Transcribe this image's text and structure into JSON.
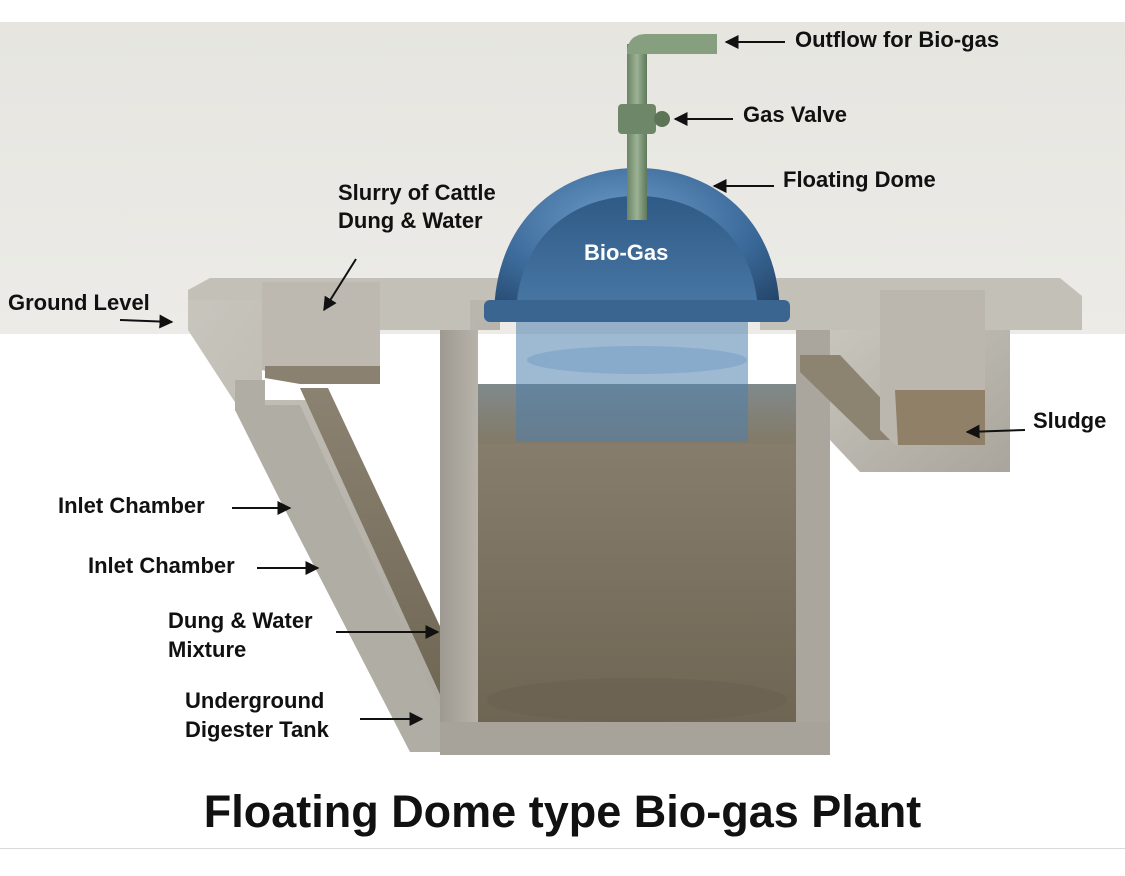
{
  "title": "Floating Dome type Bio-gas Plant",
  "labels": {
    "outflow": "Outflow for Bio-gas",
    "gas_valve": "Gas Valve",
    "floating_dome": "Floating Dome",
    "slurry_line1": "Slurry of Cattle",
    "slurry_line2": "Dung & Water",
    "bio_gas": "Bio-Gas",
    "ground_level": "Ground Level",
    "sludge": "Sludge",
    "inlet_chamber_1": "Inlet Chamber",
    "inlet_chamber_2": "Inlet Chamber",
    "mixture_line1": "Dung & Water",
    "mixture_line2": "Mixture",
    "digester_line1": "Underground",
    "digester_line2": "Digester Tank"
  },
  "colors": {
    "sky_wall": "#e9e8e4",
    "concrete": "#b9b6ae",
    "slurry": "#7f735f",
    "dome": "#3e6fa1",
    "pipe": "#7f9878"
  }
}
